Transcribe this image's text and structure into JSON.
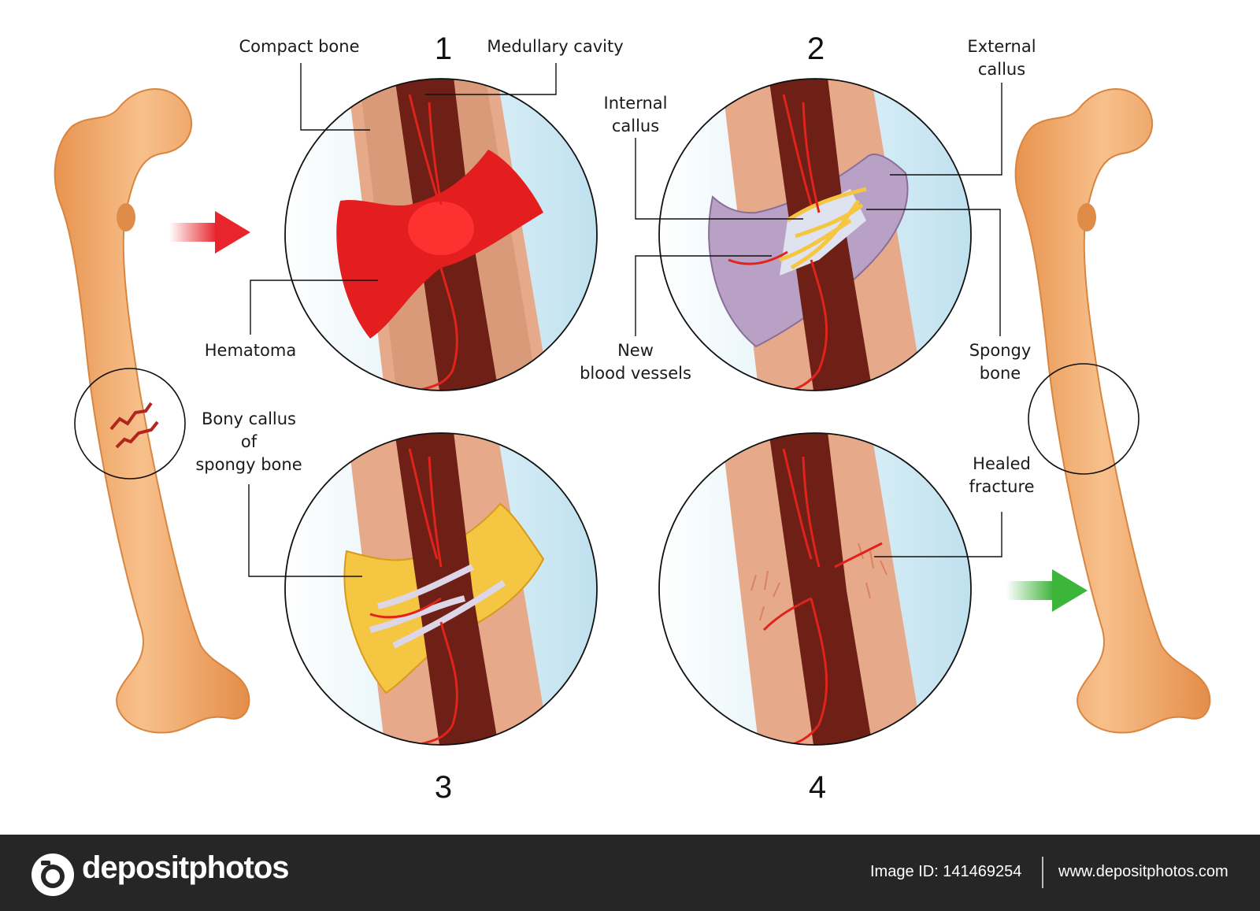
{
  "steps": {
    "s1": "1",
    "s2": "2",
    "s3": "3",
    "s4": "4"
  },
  "labels": {
    "compact_bone": "Compact bone",
    "medullary_cavity": "Medullary cavity",
    "hematoma": "Hematoma",
    "internal_callus": "Internal\ncallus",
    "external_callus": "External\ncallus",
    "new_blood_vessels": "New\nblood vessels",
    "spongy_bone": "Spongy\nbone",
    "bony_callus": "Bony callus\nof\nspongy bone",
    "healed_fracture": "Healed\nfracture"
  },
  "footer": {
    "brand": "depositphotos",
    "image_id": "Image ID: 141469254",
    "site": "www.depositphotos.com"
  },
  "colors": {
    "bone": "#f2b27a",
    "bone_shade": "#e09458",
    "compact": "#d99a7a",
    "marrow": "#6e1f16",
    "blood": "#e0231b",
    "hematoma": "#e41e1e",
    "callus_purple": "#b9a1c6",
    "callus_yellow": "#f5c642",
    "sky": "#cfe8f2",
    "arrow_red": "#e8252c",
    "arrow_green": "#3db43a",
    "footer_bg": "#262626"
  }
}
